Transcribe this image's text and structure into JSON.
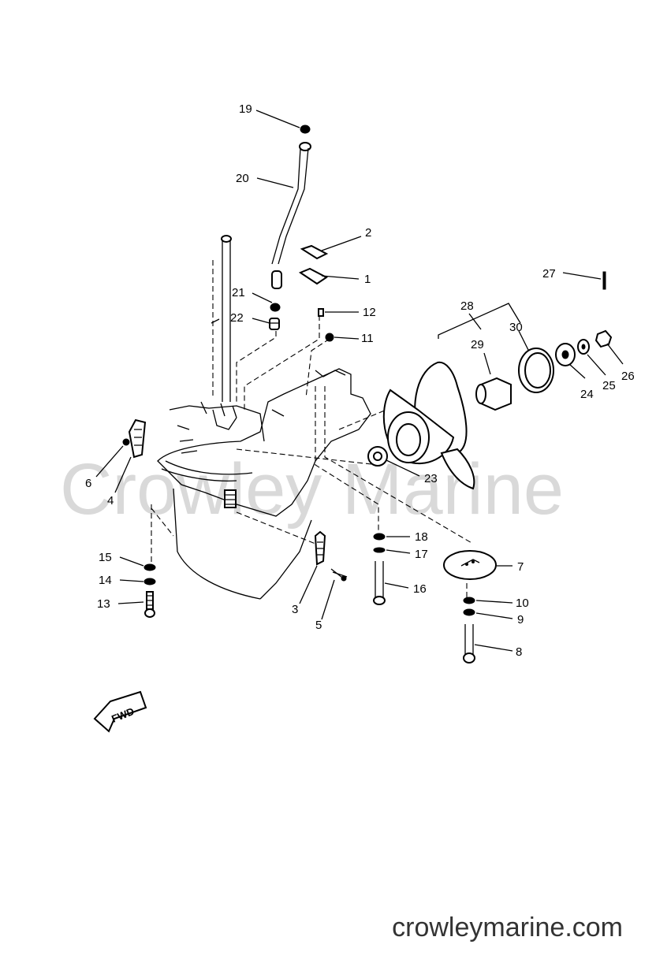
{
  "watermark": "Crowley Marine",
  "footer_url": "crowleymarine.com",
  "fwd_label": "FWD",
  "callouts": {
    "c1": "1",
    "c2": "2",
    "c3": "3",
    "c4": "4",
    "c5": "5",
    "c6": "6",
    "c7": "7",
    "c8": "8",
    "c9": "9",
    "c10": "10",
    "c11": "11",
    "c12": "12",
    "c13": "13",
    "c14": "14",
    "c15": "15",
    "c16": "16",
    "c17": "17",
    "c18": "18",
    "c19": "19",
    "c20": "20",
    "c21": "21",
    "c22": "22",
    "c23": "23",
    "c24": "24",
    "c25": "25",
    "c26": "26",
    "c27": "27",
    "c28": "28",
    "c29": "29",
    "c30": "30"
  }
}
